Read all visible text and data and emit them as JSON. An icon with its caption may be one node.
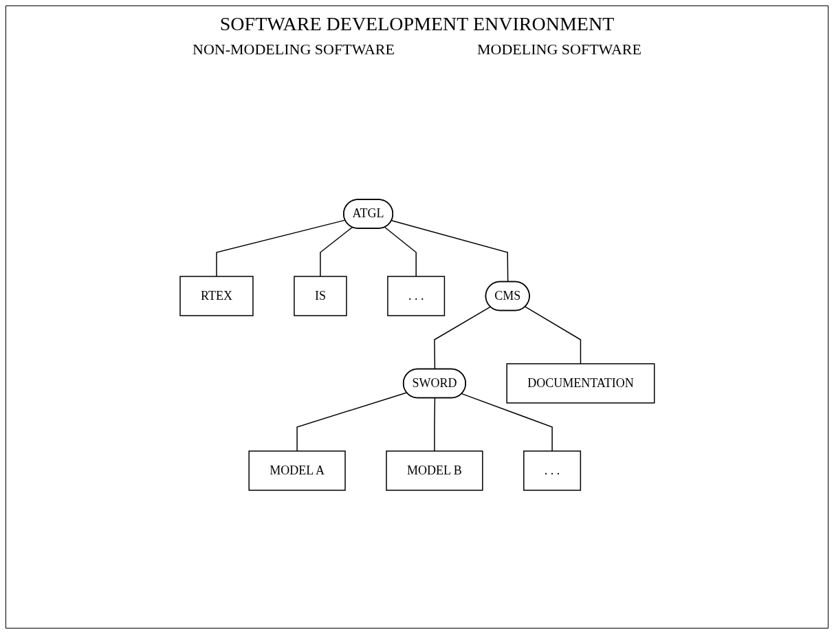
{
  "diagram": {
    "title": "SOFTWARE DEVELOPMENT ENVIRONMENT",
    "nodes": [
      {
        "text": [
          "ATGL"
        ]
      },
      {
        "text": [
          "RTEX"
        ]
      },
      {
        "text": [
          "IS"
        ]
      },
      {
        "text": [
          ". . ."
        ]
      },
      {
        "text": [
          "SWORD"
        ]
      },
      {
        "text": [
          "MODEL A"
        ]
      },
      {
        "text": [
          "MODEL B"
        ]
      },
      {
        "text": [
          ". . ."
        ]
      },
      {
        "text": [
          "CMS"
        ]
      },
      {
        "text": [
          "DOCUMENTATION"
        ]
      }
    ],
    "edges": [
      {
        "from": 0,
        "to": 1,
        "arrow": "none"
      },
      {
        "from": 0,
        "to": 2,
        "arrow": "none"
      },
      {
        "from": 0,
        "to": 3,
        "arrow": "none"
      },
      {
        "from": 4,
        "to": 5,
        "arrow": "none"
      },
      {
        "from": 4,
        "to": 6,
        "arrow": "none"
      },
      {
        "from": 4,
        "to": 7,
        "arrow": "none"
      },
      {
        "from": 0,
        "to": 8,
        "arrow": "none"
      },
      {
        "from": 8,
        "to": 4,
        "arrow": "none"
      },
      {
        "from": 8,
        "to": 9,
        "arrow": "none"
      }
    ],
    "labels": [
      "NON-MODELING SOFTWARE",
      "MODELING SOFTWARE"
    ]
  }
}
